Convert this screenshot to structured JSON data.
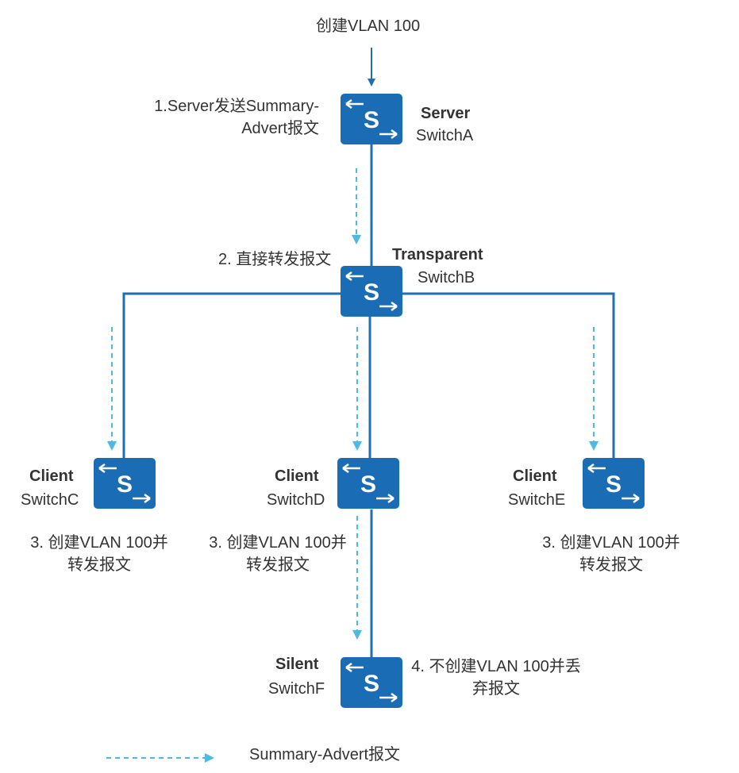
{
  "colors": {
    "link": "#1f6fb2",
    "device": "#1a6cb5",
    "msg_flow": "#4fb9e3"
  },
  "top_label": "创建VLAN 100",
  "switch_symbol": "S",
  "nodes": {
    "a": {
      "role": "Server",
      "name": "SwitchA",
      "icon": "switch-icon"
    },
    "b": {
      "role": "Transparent",
      "name": "SwitchB",
      "icon": "switch-icon"
    },
    "c": {
      "role": "Client",
      "name": "SwitchC",
      "icon": "switch-icon"
    },
    "d": {
      "role": "Client",
      "name": "SwitchD",
      "icon": "switch-icon"
    },
    "e": {
      "role": "Client",
      "name": "SwitchE",
      "icon": "switch-icon"
    },
    "f": {
      "role": "Silent",
      "name": "SwitchF",
      "icon": "switch-icon"
    }
  },
  "steps": {
    "s1": [
      "1.Server发送Summary-",
      "Advert报文"
    ],
    "s2": "2. 直接转发报文",
    "s3c": [
      "3. 创建VLAN 100并",
      "转发报文"
    ],
    "s3d": [
      "3. 创建VLAN 100并",
      "转发报文"
    ],
    "s3e": [
      "3. 创建VLAN 100并",
      "转发报文"
    ],
    "s4": [
      "4. 不创建VLAN 100并丢",
      "弃报文"
    ]
  },
  "legend": {
    "label": "Summary-Advert报文"
  }
}
